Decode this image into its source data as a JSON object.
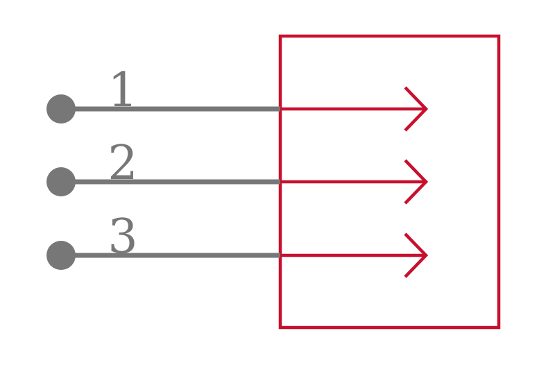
{
  "colors": {
    "pin": "#777777",
    "body": "#C8102E",
    "background": "#FFFFFF"
  },
  "pins": [
    {
      "number": "1",
      "direction": "input"
    },
    {
      "number": "2",
      "direction": "input"
    },
    {
      "number": "3",
      "direction": "input"
    }
  ]
}
